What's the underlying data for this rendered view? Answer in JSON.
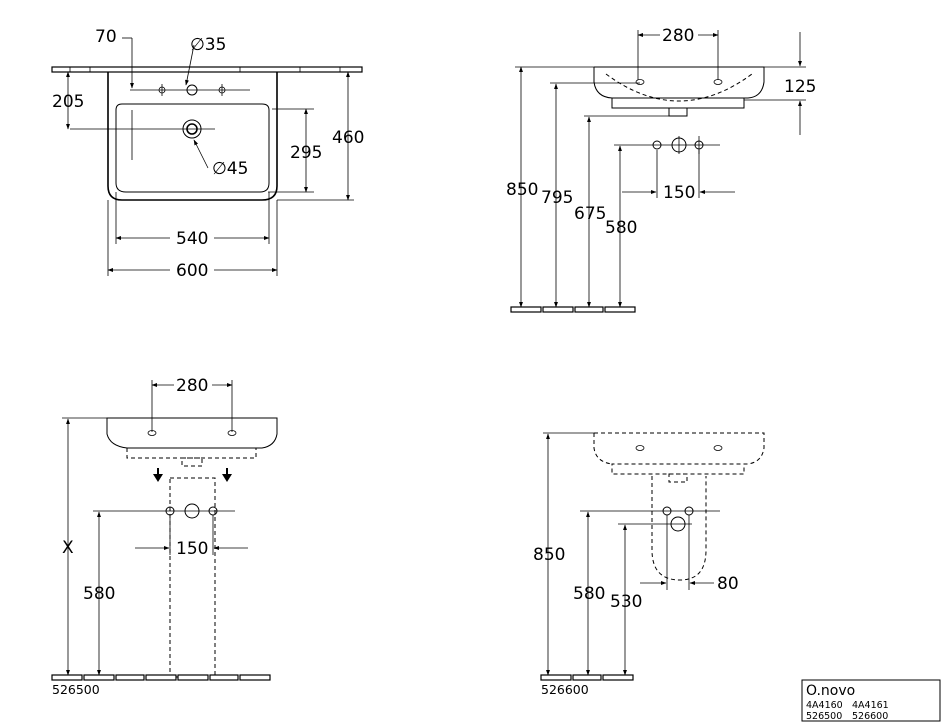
{
  "top_view": {
    "dim_70": "70",
    "dim_dia35": "∅35",
    "dim_205": "205",
    "dim_dia45": "∅45",
    "dim_295": "295",
    "dim_460": "460",
    "dim_540": "540",
    "dim_600": "600"
  },
  "side_view": {
    "dim_280": "280",
    "dim_125": "125",
    "dim_850": "850",
    "dim_795": "795",
    "dim_675": "675",
    "dim_580": "580",
    "dim_150": "150"
  },
  "pedestal_view": {
    "dim_280": "280",
    "dim_150": "150",
    "dim_x": "X",
    "dim_580": "580",
    "code": "526500"
  },
  "semi_pedestal_view": {
    "dim_850": "850",
    "dim_580": "580",
    "dim_530": "530",
    "dim_80": "80",
    "code": "526600"
  },
  "title_block": {
    "product": "O.novo",
    "codes_row1_a": "4A4160",
    "codes_row1_b": "4A4161",
    "codes_row2_a": "526500",
    "codes_row2_b": "526600"
  }
}
